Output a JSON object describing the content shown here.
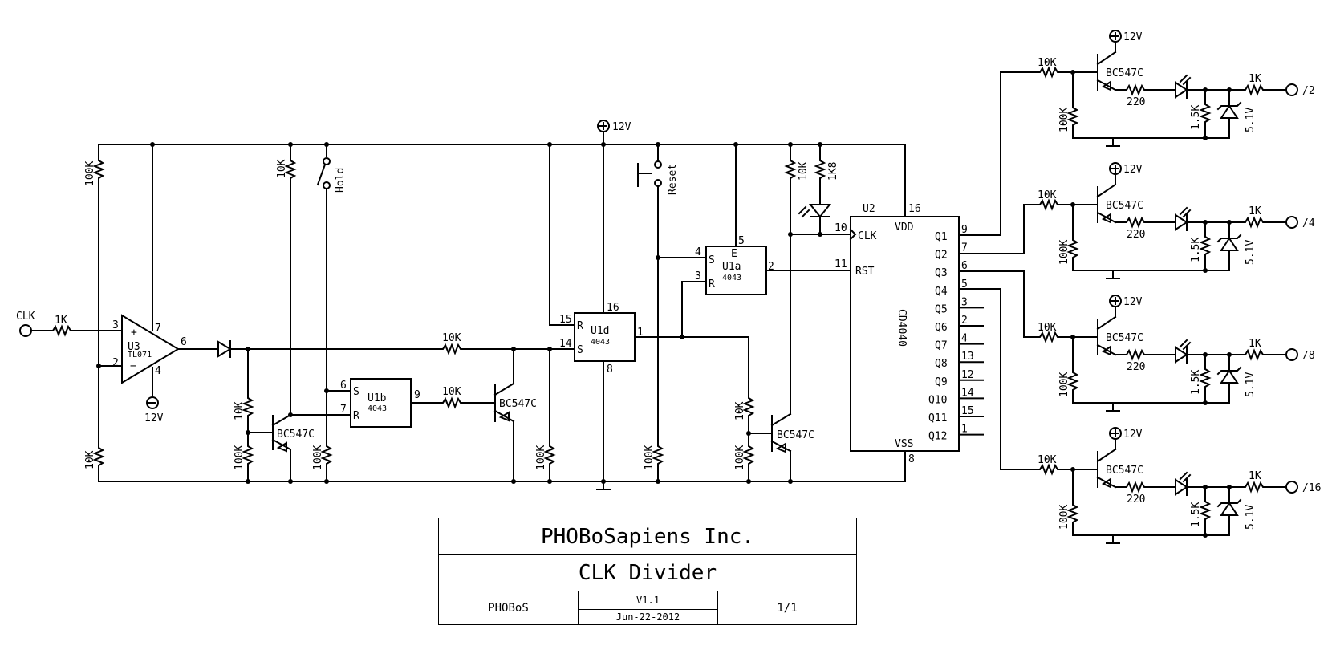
{
  "supply": {
    "positive": "12V",
    "negative": "12V"
  },
  "input": {
    "connector": "CLK",
    "series_resistor": "1K"
  },
  "opamp": {
    "ref": "U3",
    "part": "TL071",
    "pins": {
      "noninv": "3",
      "inv": "2",
      "vpos": "7",
      "vneg": "4",
      "out": "6"
    },
    "plus_sign": "+",
    "minus_sign": "−"
  },
  "left_divider": {
    "top": "100K",
    "bottom": "10K"
  },
  "hold_stage": {
    "pullup": "10K",
    "switch_label": "Hold",
    "divider_top": "10K",
    "divider_bottom": "100K",
    "transistor": "BC547C",
    "pulldown": "100K"
  },
  "u1b": {
    "ref": "U1b",
    "part": "4043",
    "pin_s": "6",
    "pin_r": "7",
    "pin_q": "9",
    "label_s": "S",
    "label_r": "R",
    "out_resistor": "10K",
    "transistor": "BC547C"
  },
  "u1d": {
    "ref": "U1d",
    "part": "4043",
    "pin_r": "15",
    "pin_s": "14",
    "pin_vdd": "16",
    "pin_vss": "8",
    "pin_q": "1",
    "label_r": "R",
    "label_s": "S",
    "in_resistor": "10K",
    "pulldown": "100K"
  },
  "reset": {
    "label": "Reset",
    "pulldown": "100K"
  },
  "u1a": {
    "ref": "U1a",
    "part": "4043",
    "pin_s": "4",
    "pin_r": "3",
    "pin_e": "5",
    "pin_q": "2",
    "label_s": "S",
    "label_r": "R",
    "label_e": "E"
  },
  "clk_stage": {
    "divider_top": "10K",
    "divider_bottom": "100K",
    "transistor": "BC547C",
    "pullup": "10K",
    "led_resistor": "1K8"
  },
  "counter": {
    "ref": "U2",
    "part": "CD4040",
    "pin_vdd": "16",
    "label_vdd": "VDD",
    "pin_vss": "8",
    "label_vss": "VSS",
    "pin_clk": "10",
    "label_clk": "CLK",
    "pin_rst": "11",
    "label_rst": "RST",
    "outputs": [
      {
        "label": "Q1",
        "pin": "9"
      },
      {
        "label": "Q2",
        "pin": "7"
      },
      {
        "label": "Q3",
        "pin": "6"
      },
      {
        "label": "Q4",
        "pin": "5"
      },
      {
        "label": "Q5",
        "pin": "3"
      },
      {
        "label": "Q6",
        "pin": "2"
      },
      {
        "label": "Q7",
        "pin": "4"
      },
      {
        "label": "Q8",
        "pin": "13"
      },
      {
        "label": "Q9",
        "pin": "12"
      },
      {
        "label": "Q10",
        "pin": "14"
      },
      {
        "label": "Q11",
        "pin": "15"
      },
      {
        "label": "Q12",
        "pin": "1"
      }
    ]
  },
  "output_stages": [
    {
      "base_resistor": "10K",
      "base_pulldown": "100K",
      "transistor": "BC547C",
      "supply": "12V",
      "led_resistor": "220",
      "load": "1.5K",
      "zener": "5.1V",
      "series": "1K",
      "output": "/2"
    },
    {
      "base_resistor": "10K",
      "base_pulldown": "100K",
      "transistor": "BC547C",
      "supply": "12V",
      "led_resistor": "220",
      "load": "1.5K",
      "zener": "5.1V",
      "series": "1K",
      "output": "/4"
    },
    {
      "base_resistor": "10K",
      "base_pulldown": "100K",
      "transistor": "BC547C",
      "supply": "12V",
      "led_resistor": "220",
      "load": "1.5K",
      "zener": "5.1V",
      "series": "1K",
      "output": "/8"
    },
    {
      "base_resistor": "10K",
      "base_pulldown": "100K",
      "transistor": "BC547C",
      "supply": "12V",
      "led_resistor": "220",
      "load": "1.5K",
      "zener": "5.1V",
      "series": "1K",
      "output": "/16"
    }
  ],
  "title_block": {
    "company": "PHOBoSapiens Inc.",
    "title": "CLK Divider",
    "author": "PHOBoS",
    "version": "V1.1",
    "date": "Jun-22-2012",
    "sheet": "1/1"
  }
}
